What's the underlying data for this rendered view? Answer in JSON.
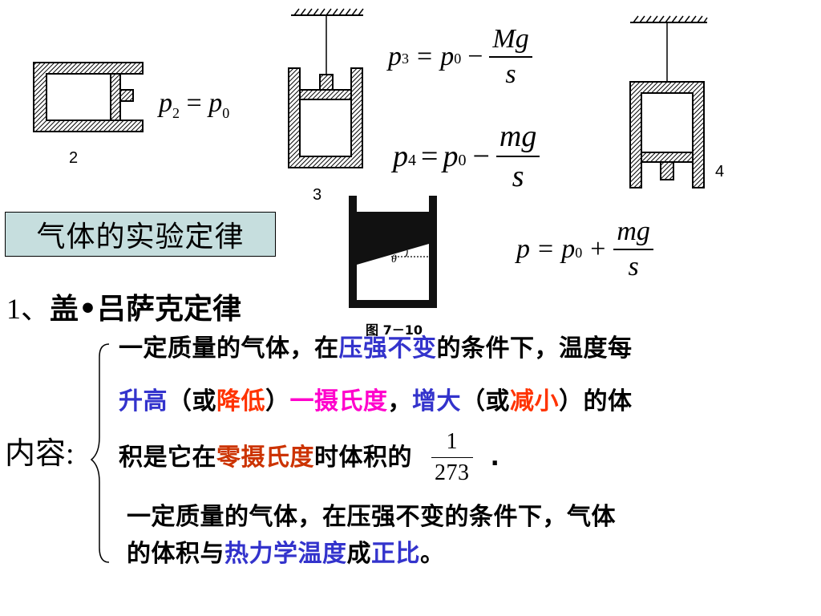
{
  "diagram": {
    "label_2": "2",
    "label_3": "3",
    "label_4": "4",
    "fig_caption": "图 7－10",
    "theta": "θ"
  },
  "formulas": {
    "p2": {
      "lhs": "p",
      "sub": "2",
      "eq": "=",
      "rhs": "p",
      "rsub": "0"
    },
    "p3": {
      "lhs": "p",
      "sub": "3",
      "rhs": "p",
      "rsub": "0",
      "op": "−",
      "num": "Mg",
      "den": "s"
    },
    "p4": {
      "lhs": "p",
      "sub": "4",
      "rhs": "p",
      "rsub": "0",
      "op": "−",
      "num": "mg",
      "den": "s"
    },
    "p": {
      "lhs": "p",
      "rhs": "p",
      "rsub": "0",
      "op": "+",
      "num": "mg",
      "den": "s"
    }
  },
  "section_box": "气体的实验定律",
  "heading": {
    "num": "1、",
    "title": "盖•吕萨克定律"
  },
  "content_label": "内容:",
  "statement1": {
    "s1": "一定质量的气体，在",
    "s2": "压强不变",
    "s3": "的条件下，温度每",
    "s4": "升高",
    "s5": "（或",
    "s6": "降低",
    "s7": "）",
    "s8": "一摄氏度",
    "s9": "，",
    "s10": "增大",
    "s11": "（或",
    "s12": "减小",
    "s13": "）的体",
    "s14": "积是它在",
    "s15": "零摄氏度",
    "s16": "时体积的",
    "frac_num": "1",
    "frac_den": "273",
    "end": "."
  },
  "statement2": {
    "s1": "一定质量的气体，在压强不变的条件下，气体",
    "s2": "的体积与",
    "s3": "热力学温度",
    "s4": "成",
    "s5": "正比",
    "s6": "。"
  },
  "colors": {
    "blue": "#3333cc",
    "red": "#ff3300",
    "magenta": "#ff00cc",
    "darkred": "#cc3300",
    "box_bg": "#c6dede"
  }
}
